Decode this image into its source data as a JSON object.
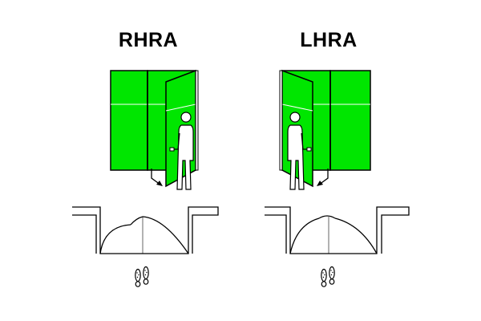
{
  "diagrams": [
    {
      "key": "left",
      "label": "RHRA"
    },
    {
      "key": "right",
      "label": "LHRA"
    }
  ],
  "colors": {
    "door_fill": "#00e600",
    "outline": "#000000",
    "background": "#ffffff"
  },
  "icons": [
    "person-icon",
    "swing-arrow-icon",
    "footprints-icon",
    "door-plan-icon"
  ]
}
